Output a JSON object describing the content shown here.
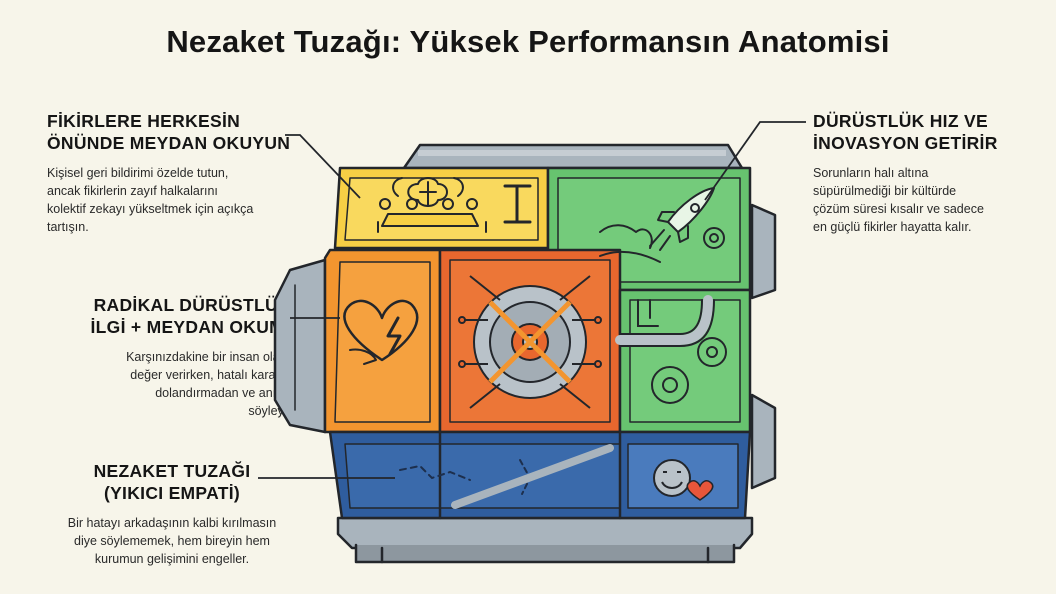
{
  "title": "Nezaket Tuzağı: Yüksek Performansın Anatomisi",
  "annotations": {
    "ideas": {
      "heading_line1": "FİKİRLERE HERKESİN",
      "heading_line2": "ÖNÜNDE MEYDAN OKUYUN",
      "body_line1": "Kişisel geri bildirimi özelde tutun,",
      "body_line2": "ancak fikirlerin zayıf halkalarını",
      "body_line3": "kolektif zekayı yükseltmek için açıkça",
      "body_line4": "tartışın."
    },
    "radical": {
      "heading_line1": "RADİKAL DÜRÜSTLÜK:",
      "heading_line2": "İLGİ + MEYDAN OKUMA",
      "body_line1": "Karşınızdakine bir insan olarak",
      "body_line2": "değer verirken, hatalı kararları",
      "body_line3": "dolandırmadan ve anında",
      "body_line4": "söyleyin."
    },
    "trap": {
      "heading_line1": "NEZAKET TUZAĞI",
      "heading_line2": "(YIKICI EMPATİ)",
      "body_line1": "Bir hatayı arkadaşının kalbi kırılmasın",
      "body_line2": "diye söylememek, hem bireyin hem",
      "body_line3": "kurumun gelişimini engeller."
    },
    "honesty": {
      "heading_line1": "DÜRÜSTLÜK HIZ VE",
      "heading_line2": "İNOVASYON GETİRİR",
      "body_line1": "Sorunların halı altına",
      "body_line2": "süpürülmediği bir kültürde",
      "body_line3": "çözüm süresi kısalır ve sadece",
      "body_line4": "en güçlü fikirler hayatta kalır."
    }
  },
  "colors": {
    "yellow": "#f7cf45",
    "green": "#67c36f",
    "orange": "#f3952f",
    "red_orange": "#e8672e",
    "blue": "#2f5d9e",
    "steel": "#a9b4bd",
    "outline": "#23262b"
  }
}
